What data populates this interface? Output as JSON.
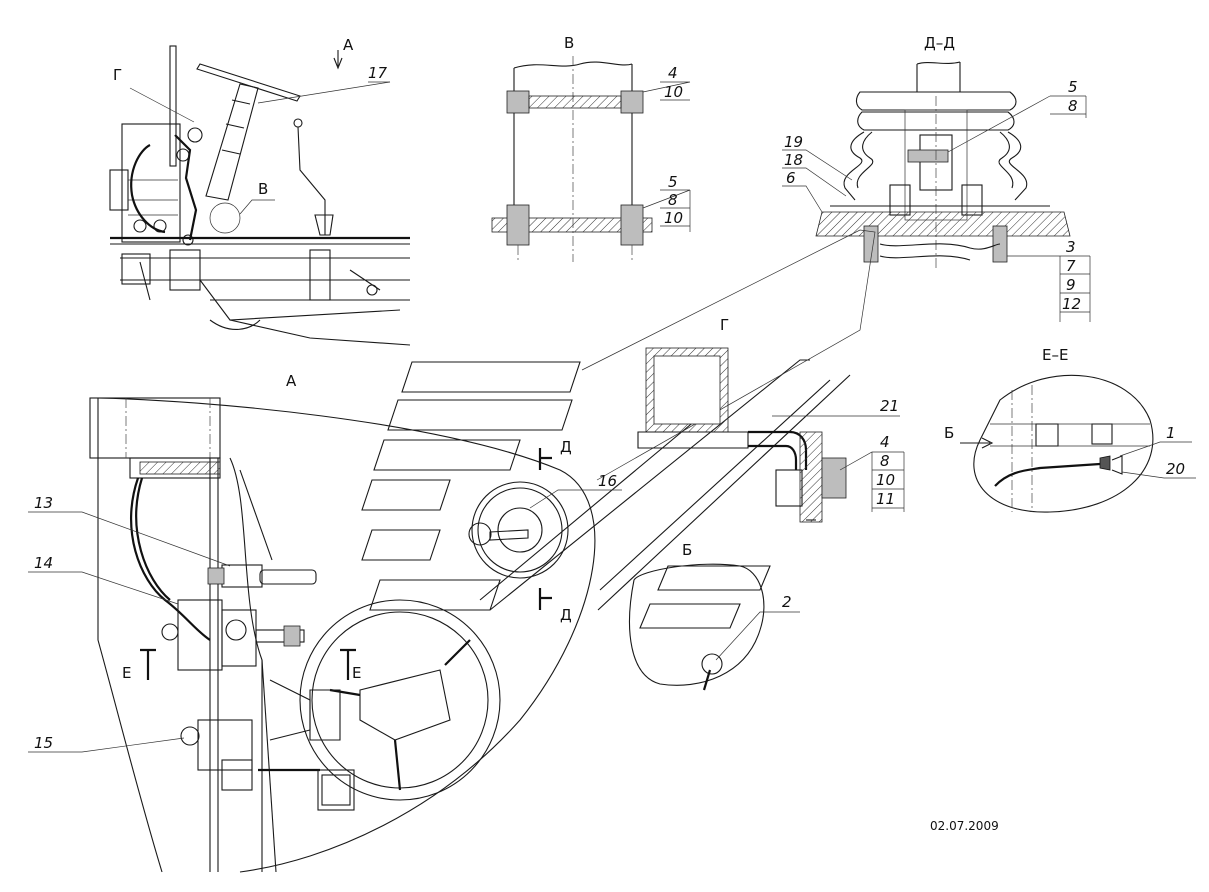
{
  "views": {
    "main_view_arrow": "А",
    "view_B": "В",
    "section_DD": "Д–Д",
    "view_A": "А",
    "view_G": "Г",
    "section_EE": "Е–Е",
    "main_view_G": "Г",
    "main_view_B": "В",
    "arrow_B": "Б",
    "cut_D_top": "Д",
    "cut_D_bottom": "Д",
    "cut_E_left": "Е",
    "cut_E_right": "Е",
    "view_Bsmall": "Б",
    "arrow_B_ee": "Б"
  },
  "callouts": {
    "c17": "17",
    "c4_v": "4",
    "c10_v": "10",
    "c5_v": "5",
    "c8_v": "8",
    "c10_v2": "10",
    "c5_dd": "5",
    "c8_dd": "8",
    "c19": "19",
    "c18": "18",
    "c6": "6",
    "c3": "3",
    "c7": "7",
    "c9": "9",
    "c12": "12",
    "c21": "21",
    "c4_g": "4",
    "c8_g": "8",
    "c10_g": "10",
    "c11_g": "11",
    "c1": "1",
    "c20": "20",
    "c13": "13",
    "c14": "14",
    "c15": "15",
    "c16": "16",
    "c2": "2"
  },
  "date_stamp": "02.07.2009"
}
